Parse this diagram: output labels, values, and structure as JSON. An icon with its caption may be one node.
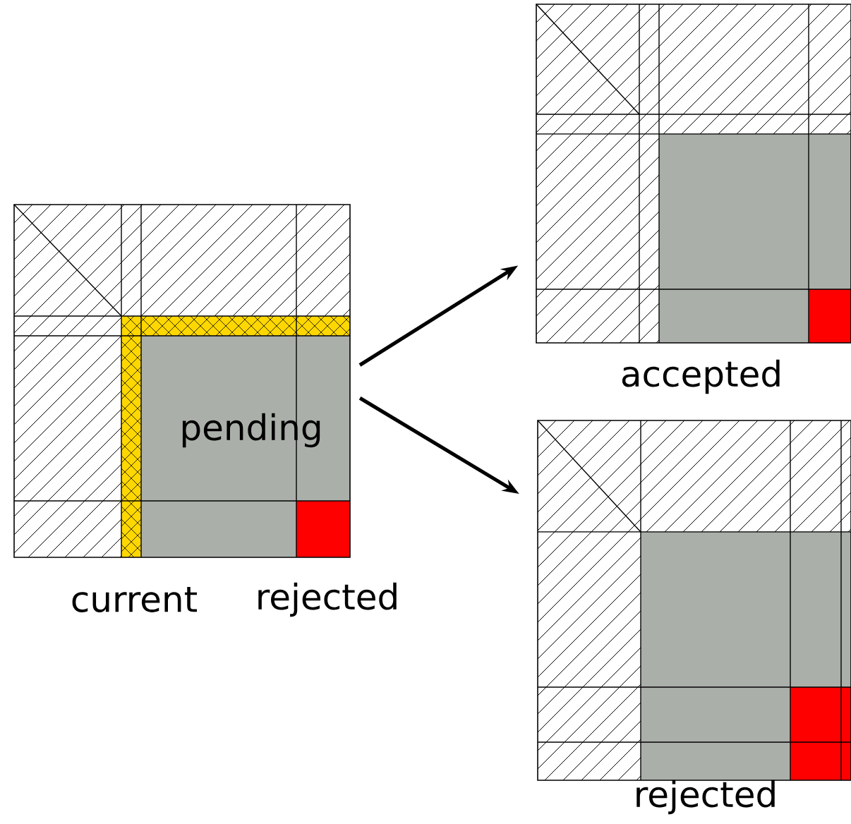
{
  "diagram": {
    "nodes": [
      {
        "text": [
          "pending"
        ]
      },
      {
        "text": [
          "accepted"
        ]
      },
      {
        "text": [
          "rejected"
        ]
      }
    ],
    "edges": [
      {
        "from": 0,
        "to": 1,
        "arrow": "to"
      },
      {
        "from": 0,
        "to": 2,
        "arrow": "to"
      }
    ],
    "labels": [
      "current",
      "rejected"
    ]
  }
}
